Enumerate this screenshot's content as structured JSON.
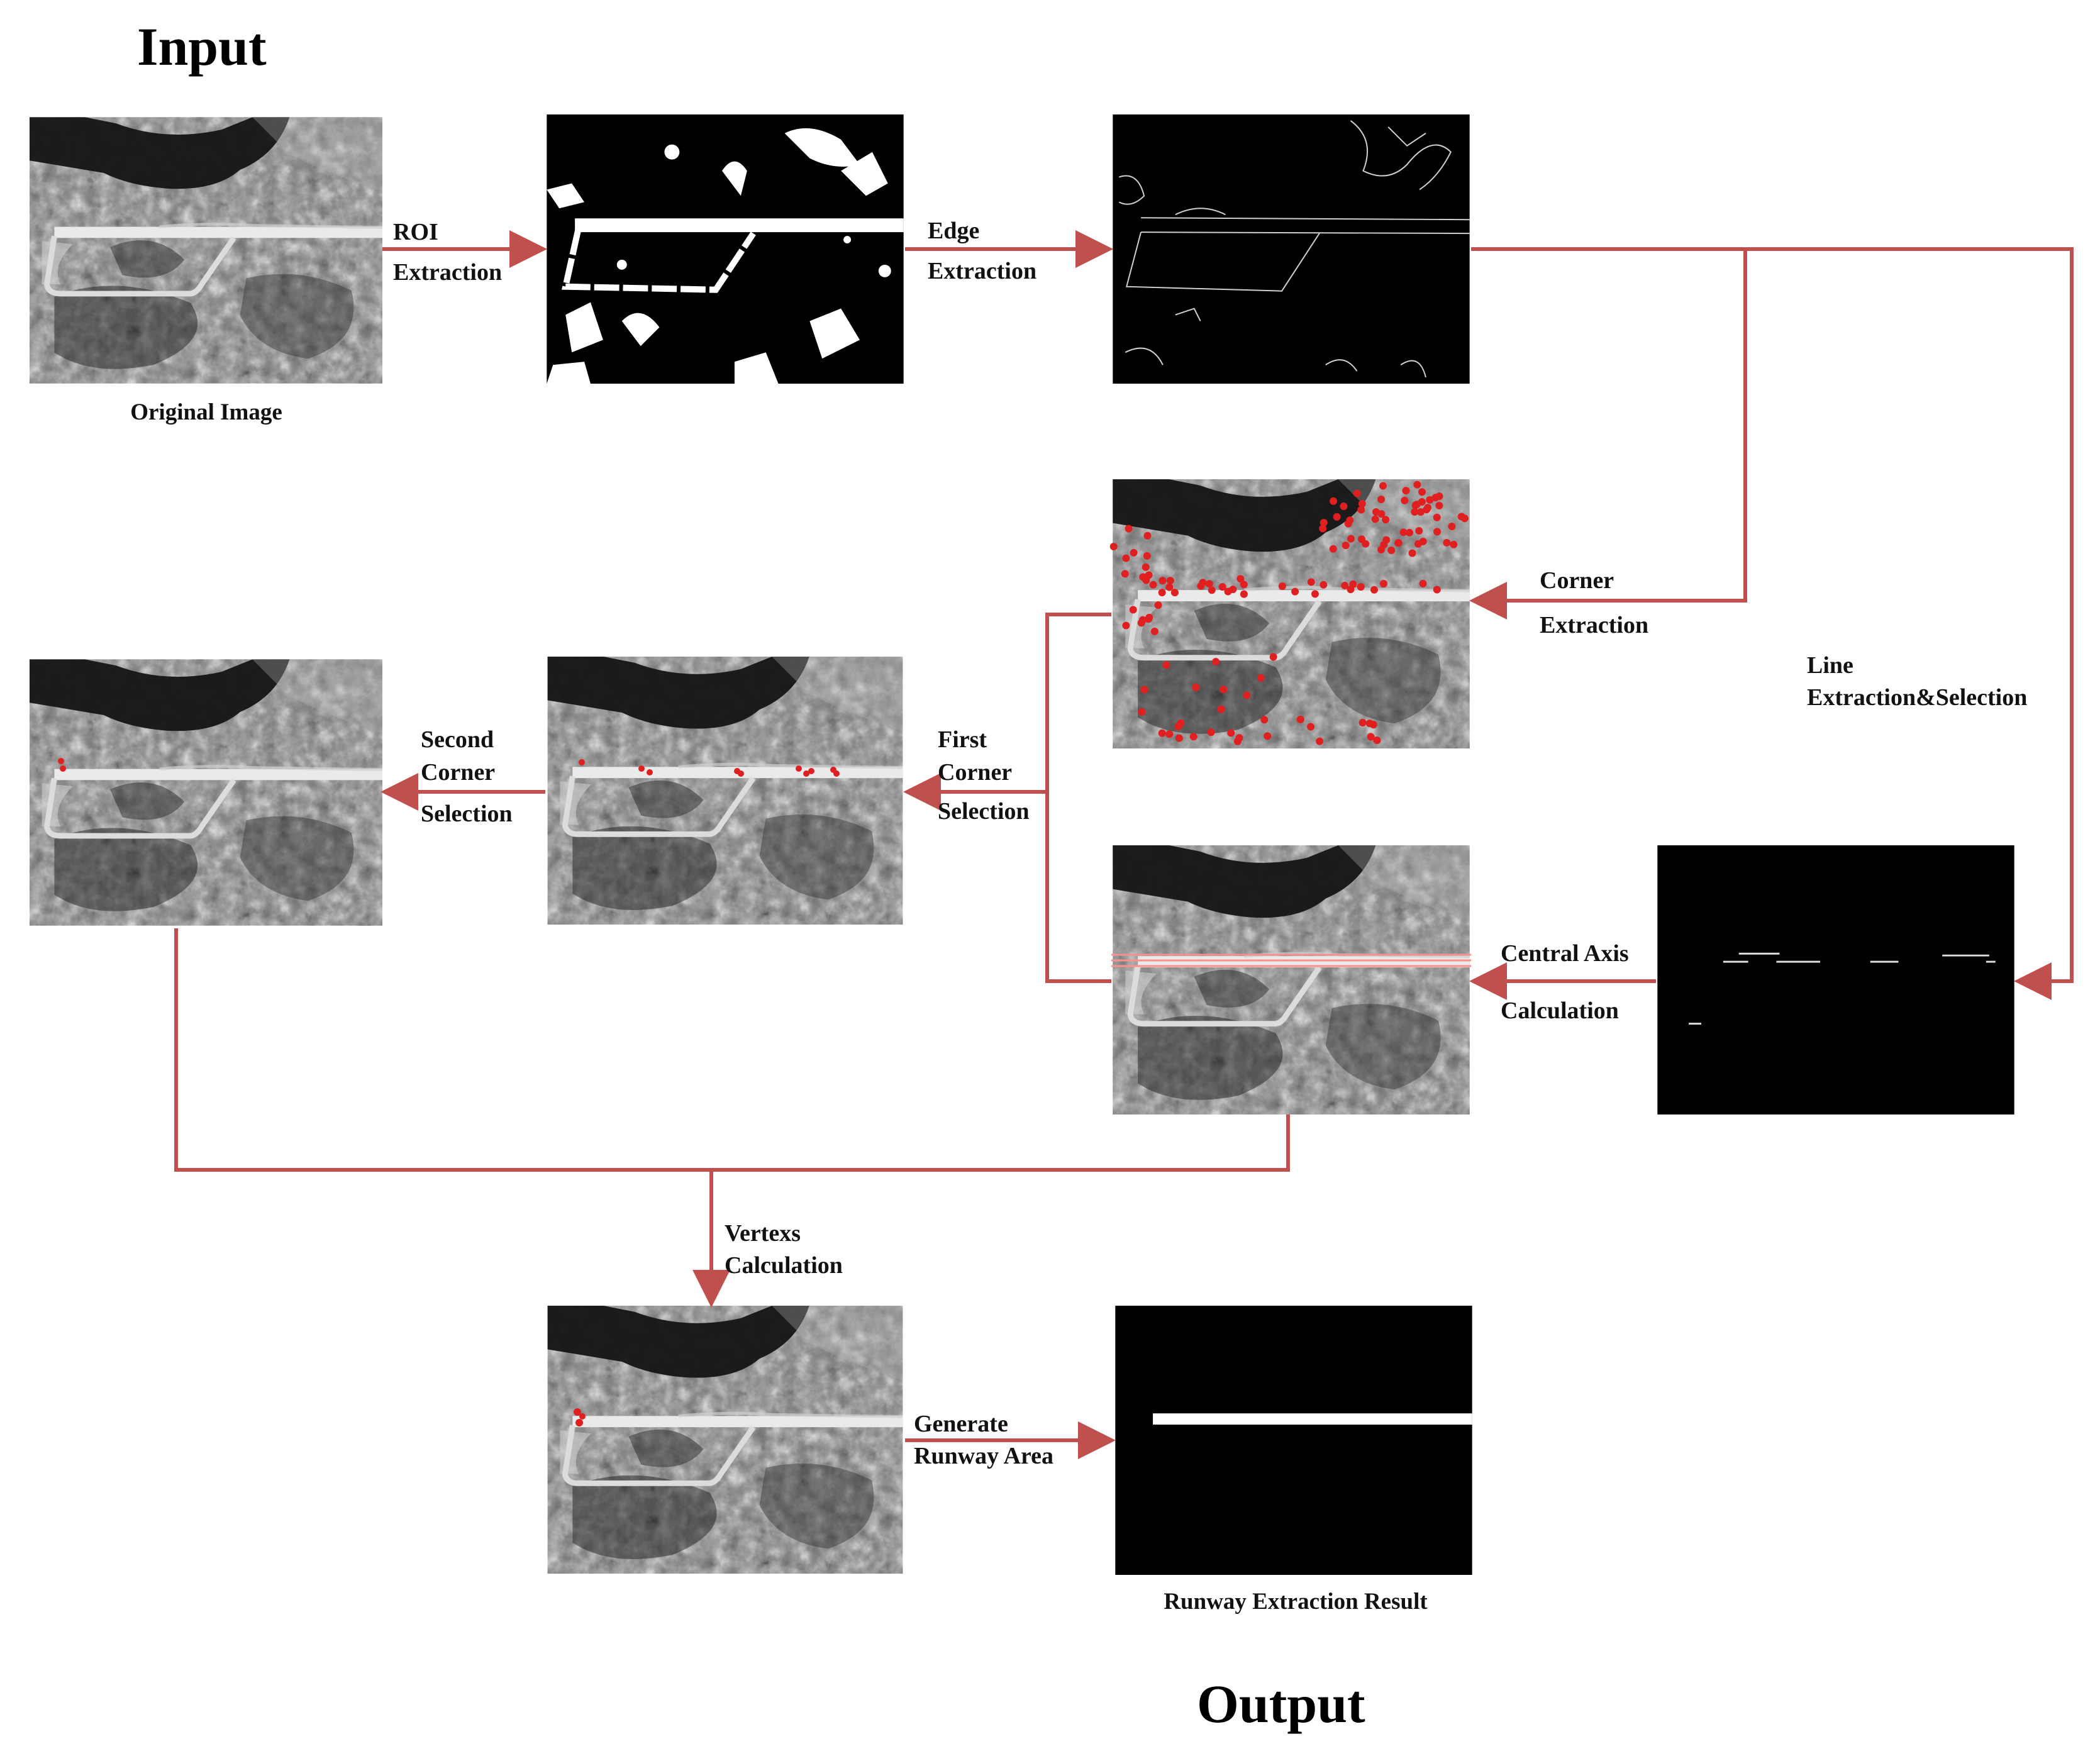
{
  "title_input": "Input",
  "title_output": "Output",
  "captions": {
    "original": "Original Image",
    "result": "Runway Extraction Result"
  },
  "steps": {
    "roi": [
      "ROI",
      "Extraction"
    ],
    "edge": [
      "Edge",
      "Extraction"
    ],
    "corner": [
      "Corner",
      "Extraction"
    ],
    "line": [
      "Line",
      "Extraction&Selection"
    ],
    "central": [
      "Central Axis",
      "Calculation"
    ],
    "first": [
      "First",
      "Corner",
      "Selection"
    ],
    "second": [
      "Second",
      "Corner",
      "Selection"
    ],
    "vertex": [
      "Vertexs",
      "Calculation"
    ],
    "generate": [
      "Generate",
      "Runway Area"
    ]
  },
  "colors": {
    "arrow": "#c0504d",
    "corner_point": "#e02020",
    "axis_line": "#ff9090",
    "background": "#ffffff"
  }
}
